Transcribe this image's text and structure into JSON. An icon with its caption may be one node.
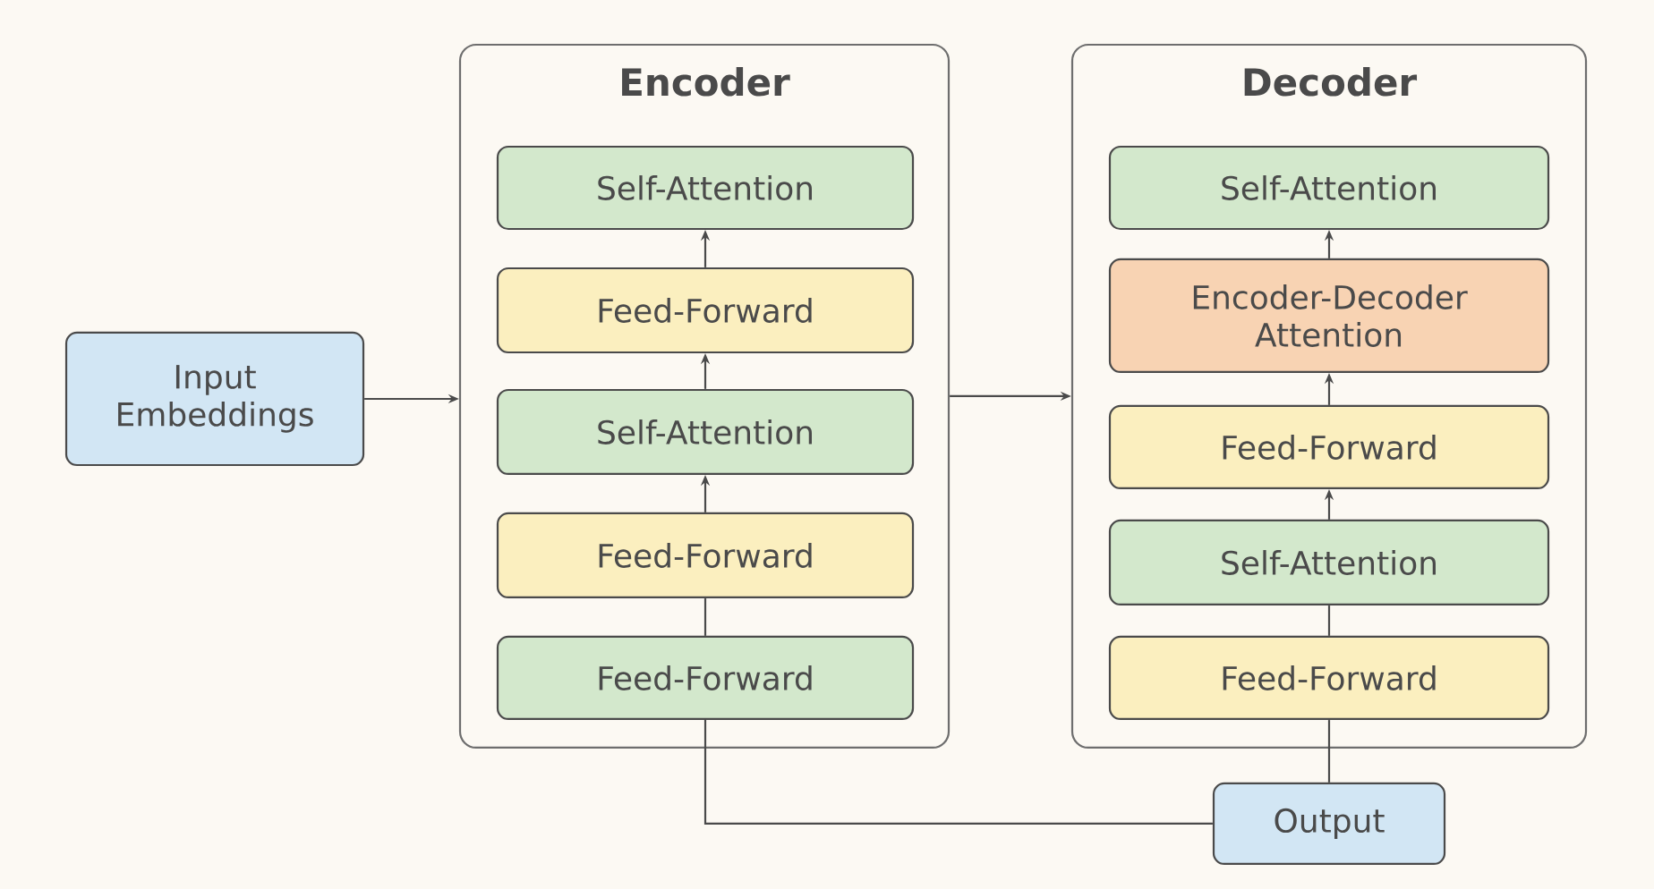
{
  "diagram": {
    "nodes": [
      {
        "text": [
          "Input Embeddings"
        ]
      },
      {
        "text": [
          "Encoder"
        ]
      },
      {
        "text": [
          "Self-Attention"
        ],
        "in": 1
      },
      {
        "text": [
          "Feed-Forward"
        ],
        "in": 1
      },
      {
        "text": [
          "Self-Attention"
        ],
        "in": 1
      },
      {
        "text": [
          "Feed-Forward"
        ],
        "in": 1
      },
      {
        "text": [
          "Feed-Forward"
        ],
        "in": 1
      },
      {
        "text": [
          "Decoder"
        ]
      },
      {
        "text": [
          "Self-Attention"
        ],
        "in": 7
      },
      {
        "text": [
          "Encoder-Decoder Attention"
        ],
        "in": 7
      },
      {
        "text": [
          "Feed-Forward"
        ],
        "in": 7
      },
      {
        "text": [
          "Self-Attention"
        ],
        "in": 7
      },
      {
        "text": [
          "Feed-Forward"
        ],
        "in": 7
      },
      {
        "text": [
          "Output"
        ]
      }
    ],
    "edges": [
      {
        "from": 0,
        "to": 1,
        "arrow": "to"
      },
      {
        "from": 1,
        "to": 7,
        "arrow": "to"
      },
      {
        "from": 3,
        "to": 2,
        "arrow": "to"
      },
      {
        "from": 4,
        "to": 3,
        "arrow": "to"
      },
      {
        "from": 5,
        "to": 4,
        "arrow": "to"
      },
      {
        "from": 6,
        "to": 5,
        "arrow": "none"
      },
      {
        "from": 9,
        "to": 8,
        "arrow": "to"
      },
      {
        "from": 10,
        "to": 9,
        "arrow": "to"
      },
      {
        "from": 11,
        "to": 10,
        "arrow": "to"
      },
      {
        "from": 12,
        "to": 11,
        "arrow": "none"
      },
      {
        "from": 12,
        "to": 13,
        "arrow": "none"
      },
      {
        "from": 6,
        "to": 13,
        "arrow": "none"
      }
    ]
  }
}
